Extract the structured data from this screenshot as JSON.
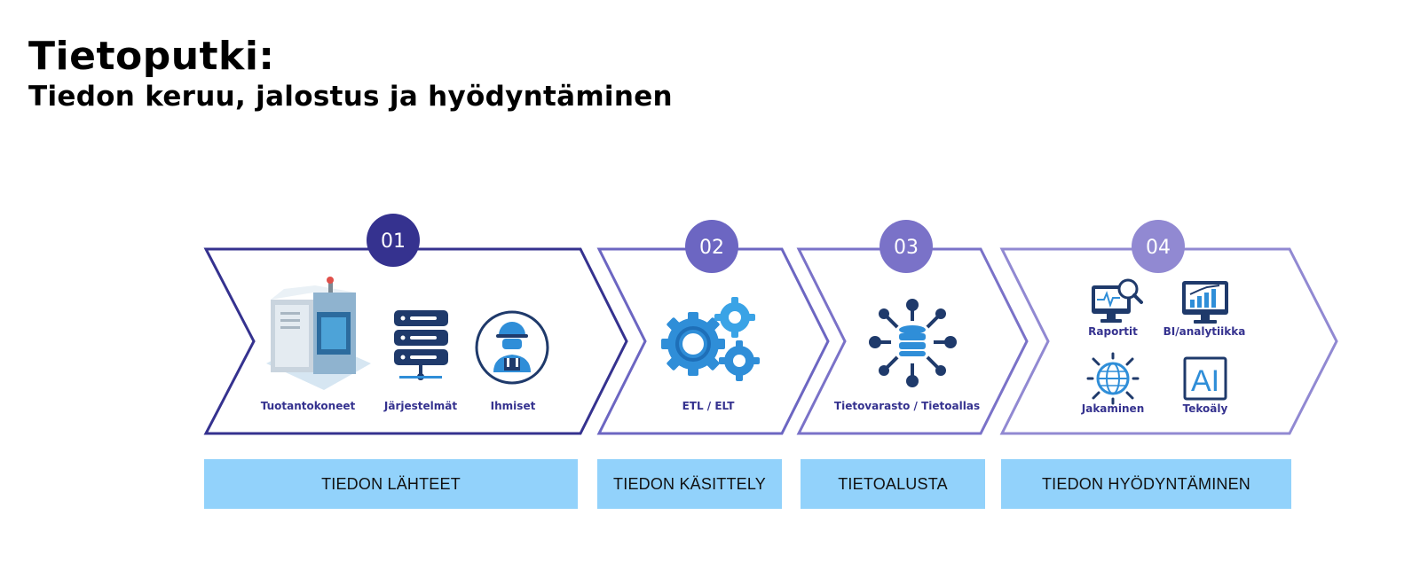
{
  "header": {
    "title": "Tietoputki:",
    "subtitle": "Tiedon keruu, jalostus ja hyödyntäminen"
  },
  "colors": {
    "stage1": "#35328f",
    "stage2": "#6c66c2",
    "stage3": "#7a72c8",
    "stage4": "#9189d2",
    "label_bg": "#92d2fb",
    "icon_dark": "#1f3a6b",
    "icon_blue": "#2f8ed8"
  },
  "stages": [
    {
      "number": "01",
      "label": "TIEDON LÄHTEET",
      "items": [
        {
          "label": "Tuotantokoneet",
          "icon": "machine-icon"
        },
        {
          "label": "Järjestelmät",
          "icon": "server-icon"
        },
        {
          "label": "Ihmiset",
          "icon": "worker-icon"
        }
      ]
    },
    {
      "number": "02",
      "label": "TIEDON KÄSITTELY",
      "items": [
        {
          "label": "ETL / ELT",
          "icon": "gears-icon"
        }
      ]
    },
    {
      "number": "03",
      "label": "TIETOALUSTA",
      "items": [
        {
          "label": "Tietovarasto / Tietoallas",
          "icon": "database-network-icon"
        }
      ]
    },
    {
      "number": "04",
      "label": "TIEDON HYÖDYNTÄMINEN",
      "items": [
        {
          "label": "Raportit",
          "icon": "report-monitor-icon"
        },
        {
          "label": "BI/analytiikka",
          "icon": "analytics-monitor-icon"
        },
        {
          "label": "Jakaminen",
          "icon": "globe-share-icon"
        },
        {
          "label": "Tekoäly",
          "icon": "ai-icon"
        }
      ]
    }
  ]
}
